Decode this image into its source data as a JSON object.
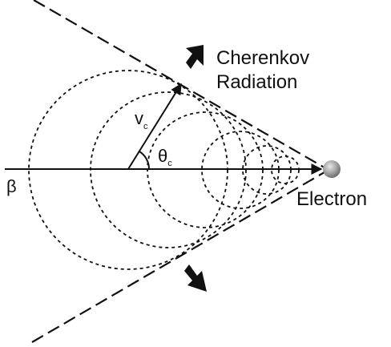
{
  "labels": {
    "cherenkov_line1": "Cherenkov",
    "cherenkov_line2": "Radiation",
    "velocity": "v",
    "velocity_sub": "c",
    "angle": "θ",
    "angle_sub": "c",
    "beta": "β",
    "particle": "Electron"
  },
  "colors": {
    "ink": "#111111",
    "electron": "#9a9a9a"
  },
  "icons": {
    "electron": "gray-sphere",
    "emission_arrow": "solid-arrowhead"
  }
}
